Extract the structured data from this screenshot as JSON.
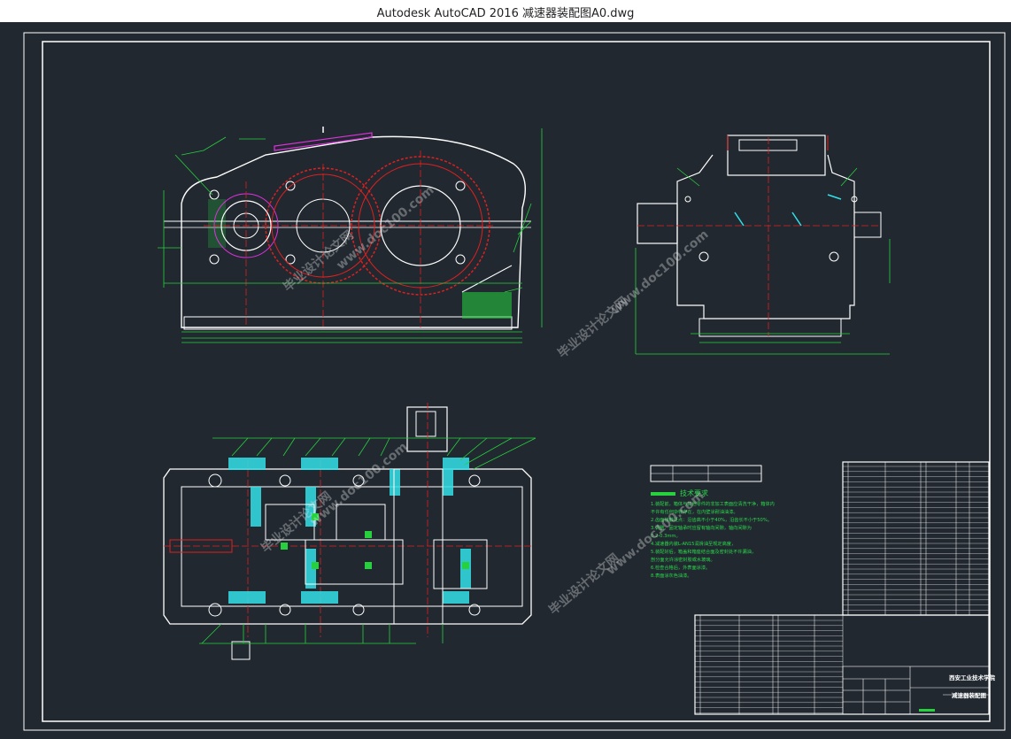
{
  "window": {
    "title": "Autodesk AutoCAD 2016    减速器装配图A0.dwg"
  },
  "drawing": {
    "tech_requirements": {
      "heading": "技术要求",
      "lines": [
        "1.装配前，箱体与其他零件的非加工表面应清洗干净，箱体内",
        "不许有任何杂物存在，在内壁涂耐油油漆。",
        "2.齿面接触斑点：沿齿高不小于40%，沿齿长不小于50%。",
        "3.调整、固定轴承时应留有轴向间隙，轴向间隙为",
        "0.2-0.3mm。",
        "4.减速器内装L-AN15润滑油至规定高度，",
        "5.装配好后，箱盖和箱座结合面及密封处不许漏油，",
        "剖分面允许涂密封胶或水玻璃。",
        "6.检查合格后，外表面涂漆。",
        "8.表面涂灰色油漆。"
      ]
    },
    "watermarks": {
      "url_text": "www.doc100.com",
      "cn_text": "毕业设计论文网"
    },
    "title_block": {
      "school": "西安工业技术学院",
      "drawing_name": "减速器装配图"
    }
  },
  "colors": {
    "background": "#212830",
    "white": "#ffffff",
    "red": "#e02020",
    "green": "#27d13e",
    "cyan": "#33e0e8",
    "magenta": "#e030e0"
  }
}
